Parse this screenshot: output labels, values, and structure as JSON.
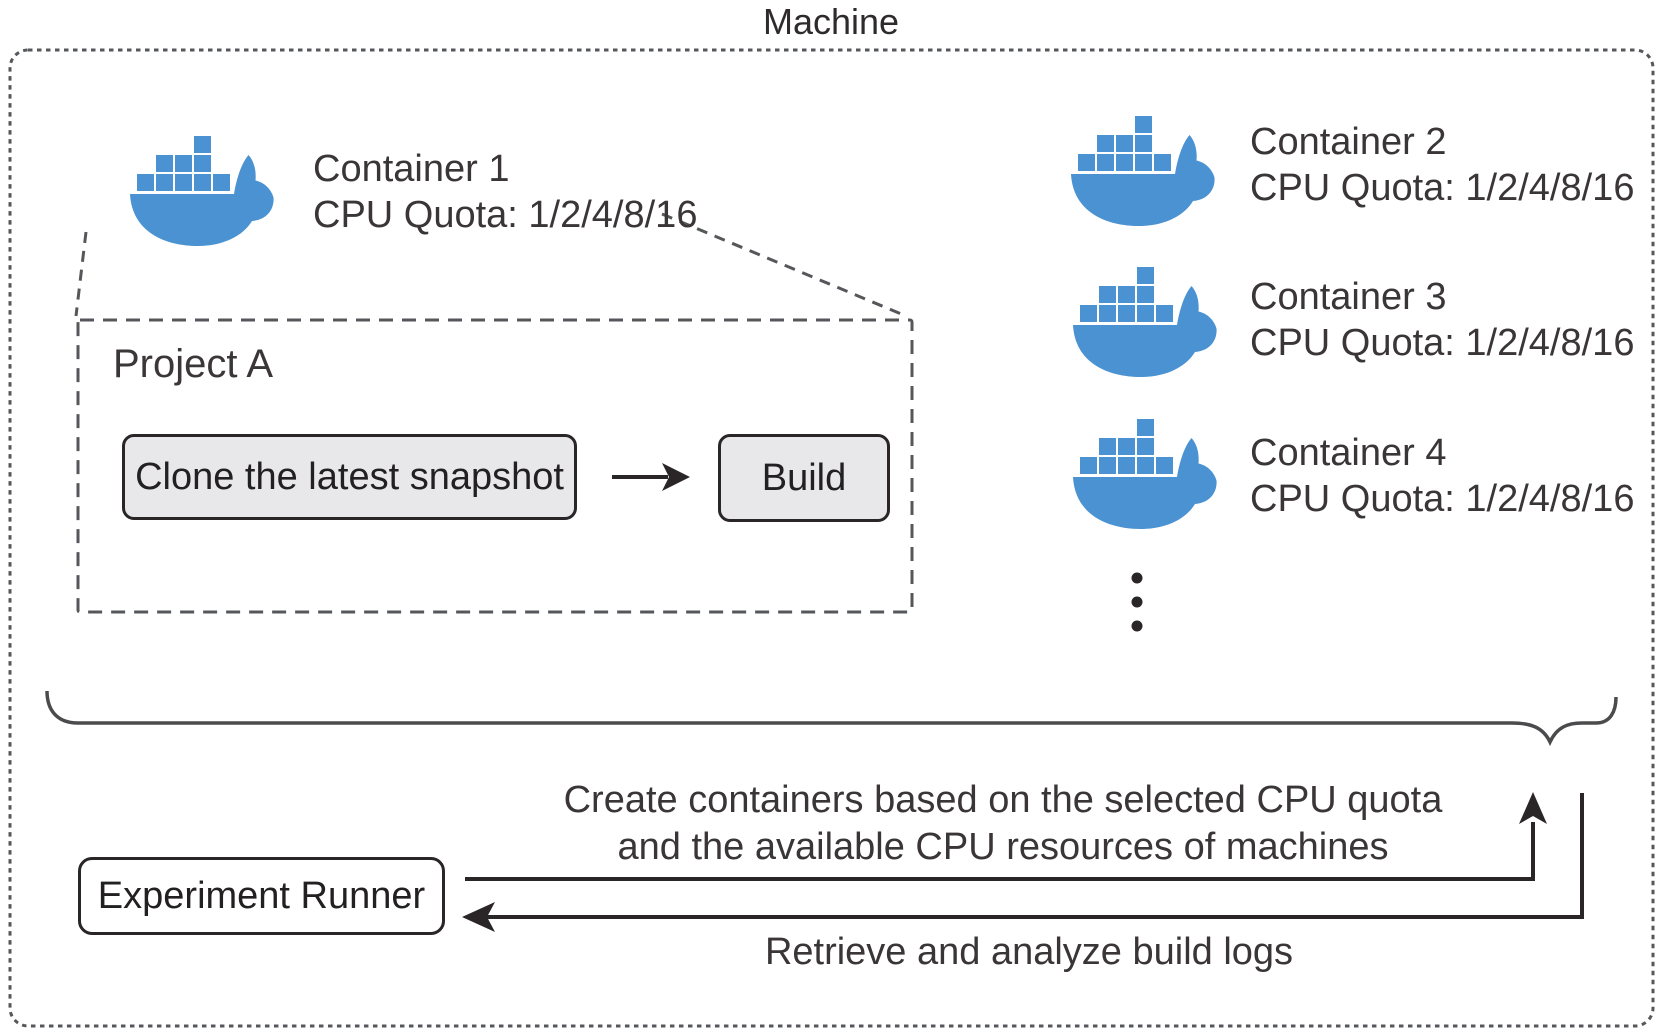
{
  "machine": {
    "label": "Machine"
  },
  "containers": [
    {
      "name": "Container 1",
      "quota": "CPU Quota: 1/2/4/8/16"
    },
    {
      "name": "Container 2",
      "quota": "CPU Quota: 1/2/4/8/16"
    },
    {
      "name": "Container 3",
      "quota": "CPU Quota: 1/2/4/8/16"
    },
    {
      "name": "Container 4",
      "quota": "CPU Quota: 1/2/4/8/16"
    }
  ],
  "project": {
    "label": "Project A",
    "clone_step": "Clone the latest snapshot",
    "build_step": "Build"
  },
  "runner": {
    "label": "Experiment Runner"
  },
  "annotations": {
    "create_line1": "Create containers based on the selected CPU quota",
    "create_line2": "and the available CPU resources of machines",
    "retrieve": "Retrieve and analyze build logs"
  },
  "colors": {
    "docker_blue": "#4a92d1",
    "text_dark": "#232021",
    "text_gray": "#3a3536",
    "line_dark": "#2a2627",
    "dash_gray": "#56575a"
  }
}
